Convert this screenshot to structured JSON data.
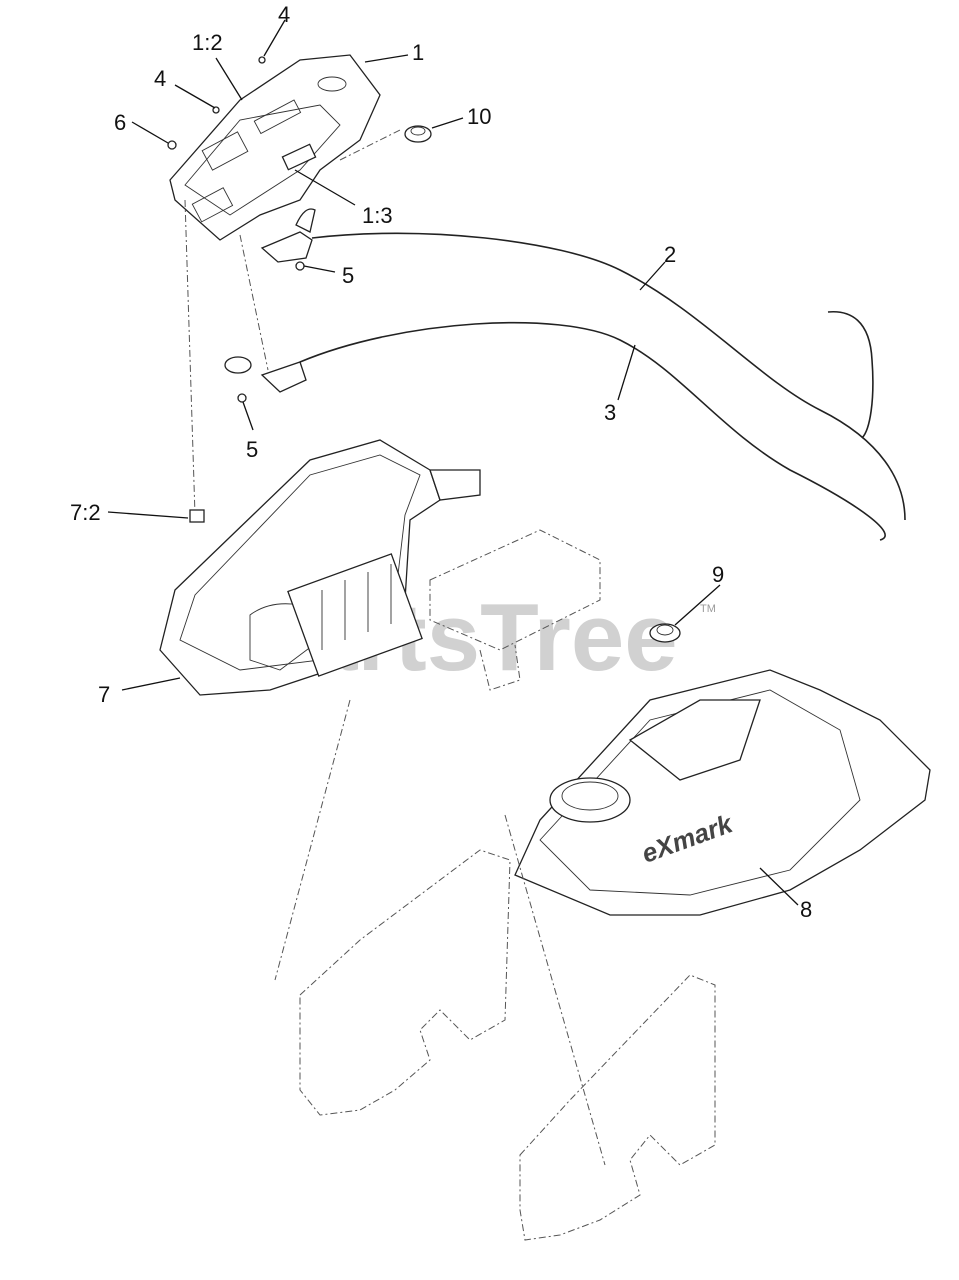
{
  "callouts": [
    {
      "id": "c1",
      "label": "1"
    },
    {
      "id": "c1-2",
      "label": "1:2"
    },
    {
      "id": "c1-3",
      "label": "1:3"
    },
    {
      "id": "c2",
      "label": "2"
    },
    {
      "id": "c3",
      "label": "3"
    },
    {
      "id": "c4a",
      "label": "4"
    },
    {
      "id": "c4b",
      "label": "4"
    },
    {
      "id": "c5a",
      "label": "5"
    },
    {
      "id": "c5b",
      "label": "5"
    },
    {
      "id": "c6",
      "label": "6"
    },
    {
      "id": "c7",
      "label": "7"
    },
    {
      "id": "c7-2",
      "label": "7:2"
    },
    {
      "id": "c8",
      "label": "8"
    },
    {
      "id": "c9",
      "label": "9"
    },
    {
      "id": "c10",
      "label": "10"
    }
  ],
  "brand_mark": "eXmark",
  "watermark": "PartsTree",
  "trademark": "TM",
  "colors": {
    "line": "#222222",
    "background": "#ffffff",
    "watermark": "#9a9a9a"
  }
}
